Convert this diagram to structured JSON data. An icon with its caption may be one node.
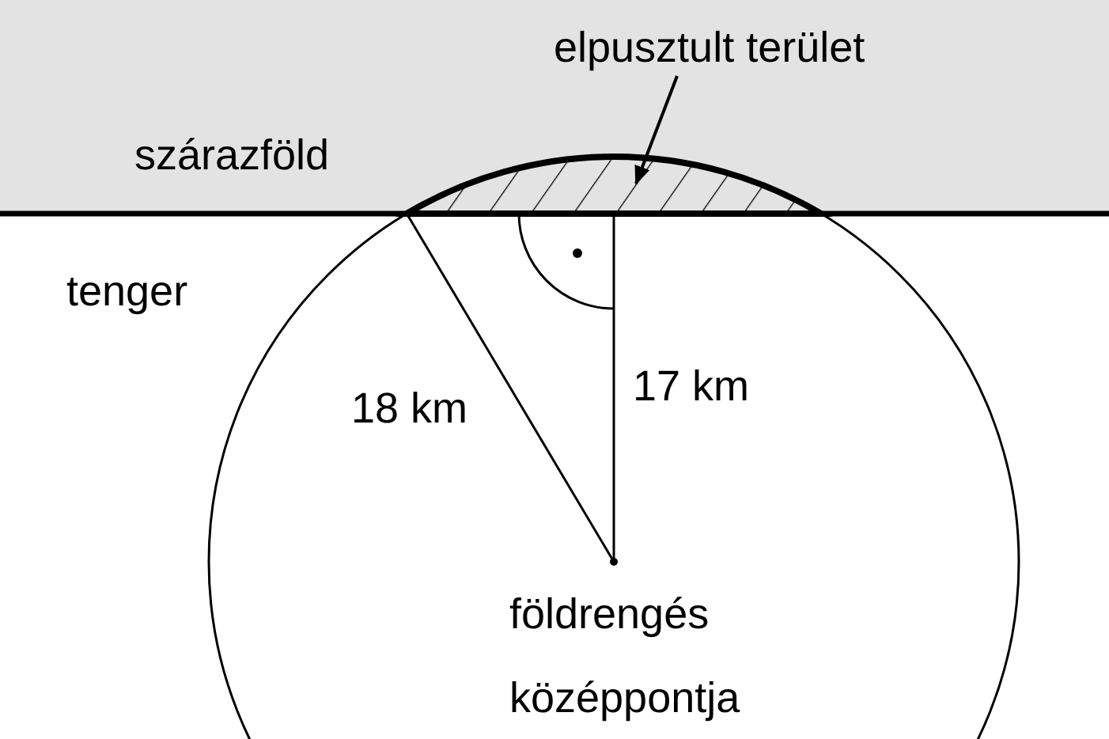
{
  "diagram": {
    "nodes": [
      {
        "text": [
          "elpusztult terület"
        ]
      },
      {
        "text": [],
        "shape": "segment"
      }
    ],
    "edges": [
      {
        "from": 0,
        "to": 1,
        "arrow": "to"
      }
    ],
    "labels": [
      "szárazföld",
      "tenger",
      "18 km",
      "17 km",
      "földrengés középpontja"
    ]
  }
}
